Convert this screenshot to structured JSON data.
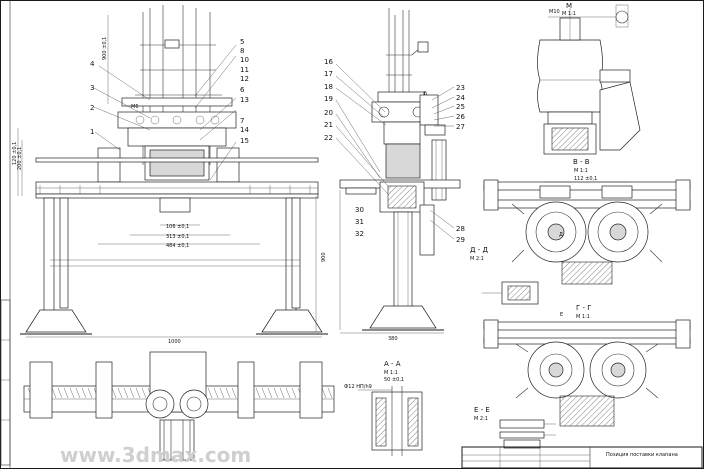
{
  "part_numbers_left": [
    "5",
    "8",
    "10",
    "11",
    "12",
    "6",
    "13",
    "7",
    "14",
    "15",
    "4",
    "3",
    "2",
    "1"
  ],
  "part_numbers_mid": [
    "16",
    "17",
    "18",
    "19",
    "20",
    "21",
    "22",
    "23",
    "24",
    "25",
    "26",
    "27",
    "30",
    "31",
    "32",
    "28",
    "29"
  ],
  "dimensions": {
    "d106": "106 ±0,1",
    "d313": "313 ±0,1",
    "d484": "484 ±0,1",
    "d1000": "1000",
    "d380": "380",
    "d900": "900",
    "d900v": "900 ±0,1",
    "d120": "120 ±0,1",
    "d200": "200 ±0,1",
    "d112": "112 ±0,1",
    "d50": "50 ±0,1",
    "m10": "M10",
    "m6": "M6",
    "phi12": "Ф12 НП/h9"
  },
  "section_labels": {
    "m_title": "M",
    "m_scale": "M 1:1",
    "vv_title": "В - В",
    "vv_scale": "M 1:1",
    "dd_title": "Д - Д",
    "dd_scale": "M 2:1",
    "gg_title": "Г - Г",
    "gg_scale": "M 1:1",
    "aa_title": "А - А",
    "aa_scale": "M 1:1",
    "ee_title": "Е - Е",
    "ee_scale": "M 2:1",
    "e_mark": "Е",
    "d_mark": "Д",
    "b_mark": "Б"
  },
  "title_block": {
    "name": "Позиция поставки клапана"
  },
  "watermark": "www.3dmax.com"
}
